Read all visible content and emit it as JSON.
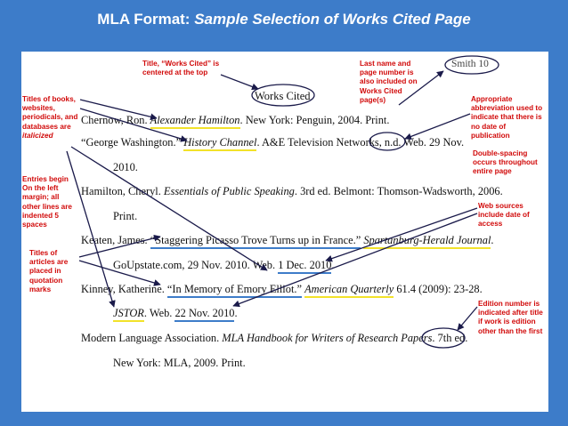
{
  "slide": {
    "title_main": "MLA Format:",
    "title_sub": "Sample Selection of Works Cited Page"
  },
  "paper": {
    "header": "Smith 10",
    "heading": "Works Cited",
    "entries": {
      "e1": {
        "before": "Chernow, Ron. ",
        "title": "Alexander Hamilton",
        "after": ". New York: Penguin, 2004. Print."
      },
      "e2": {
        "quote": "“George Washington.” ",
        "title": "History Channel",
        "mid": ". A&E Television Networks, ",
        "nd": "n.d.",
        "after": " Web. 29 Nov."
      },
      "e2b": "2010.",
      "e3": {
        "before": "Hamilton, Cheryl. ",
        "title": "Essentials of Public Speaking",
        "after": ". 3rd ed. Belmont: Thomson-Wadsworth, 2006."
      },
      "e3b": "Print.",
      "e4": {
        "before": "Keaten, James. ",
        "quote": "“Staggering Picasso Trove Turns up in France.”",
        "after": " ",
        "title": "Spartanburg-Herald Journal",
        "end": "."
      },
      "e4b": {
        "text": "GoUpstate.com, 29 Nov. 2010. Web. ",
        "date": "1 Dec. 2010",
        "end": "."
      },
      "e5": {
        "before": "Kinney, Katherine. ",
        "quote": "“In Memory of Emory Elliot.”",
        "after": " ",
        "title": "American Quarterly",
        "end": " 61.4 (2009): 23-28."
      },
      "e5b": {
        "title": "JSTOR",
        "mid": ". Web.  ",
        "date": "22 Nov. 2010",
        "end": "."
      },
      "e6": {
        "before": "Modern Language Association. ",
        "title": "MLA Handbook for Writers of Research Papers",
        "after": ". ",
        "ed": "7th ed."
      },
      "e6b": "New York: MLA, 2009. Print."
    }
  },
  "notes": {
    "works_cited": "Title, “Works Cited” is centered at the top",
    "last_name": "Last name and page number is also included on Works Cited page(s)",
    "titles_italic_prefix": "Titles of books, websites, periodicals, and databases are ",
    "titles_italic_word": "italicized",
    "no_date": "Appropriate abbreviation used to indicate that there is no date of publication",
    "double_spacing": "Double-spacing occurs throughout entire page",
    "margin": "Entries begin On the left margin; all other lines are indented 5 spaces",
    "web_sources": "Web sources include date of access",
    "articles": "Titles of articles are placed in quotation marks",
    "edition": "Edition number is indicated  after title if work is edition other than the first"
  },
  "colors": {
    "background": "#3d7cc9",
    "note_text": "#d10a0a",
    "highlight_yellow": "#f2e22a",
    "underline_blue": "#3d7cc9",
    "arrow": "#1a1a4a"
  }
}
